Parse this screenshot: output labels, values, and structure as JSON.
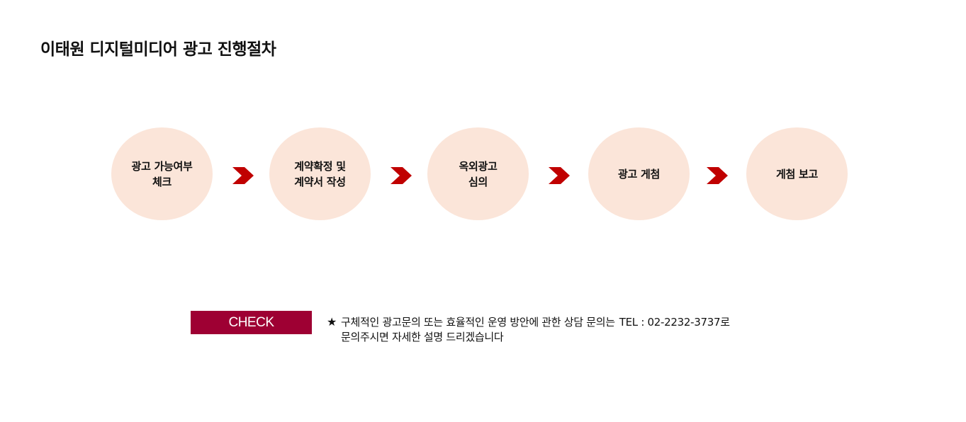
{
  "page": {
    "title": "이태원 디지털미디어 광고 진행절차"
  },
  "colors": {
    "step_fill": "#fbe5d9",
    "arrow": "#c00000",
    "check_bg": "#9e0033",
    "check_text": "#ffffff"
  },
  "steps": [
    {
      "label": "광고 가능여부\n체크"
    },
    {
      "label": "계약확정 및\n계약서 작성"
    },
    {
      "label": "옥외광고\n심의"
    },
    {
      "label": "광고 게첨"
    },
    {
      "label": "게첨 보고"
    }
  ],
  "check": {
    "label": "CHECK",
    "star": "★",
    "line1": "구체적인 광고문의 또는 효율적인 운영 방안에 관한 상담 문의는",
    "tel": "TEL : 02-2232-3737로",
    "line2": "문의주시면 자세한 설명 드리겠습니다"
  }
}
